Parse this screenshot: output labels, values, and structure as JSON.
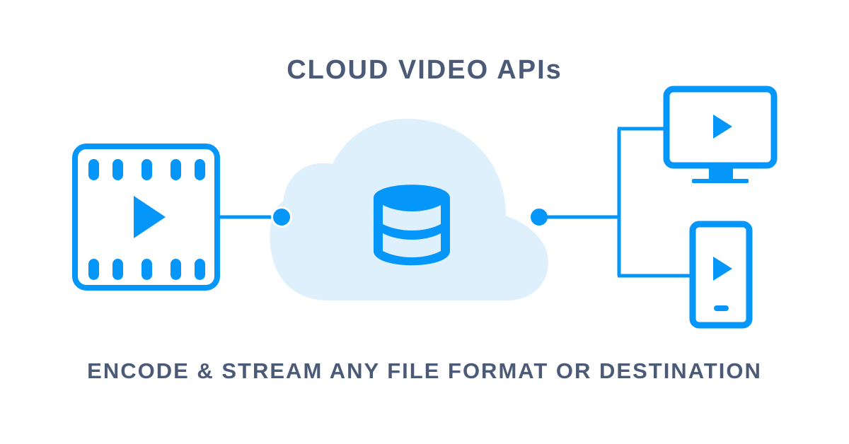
{
  "title": "CLOUD VIDEO APIs",
  "subtitle": "ENCODE & STREAM ANY FILE FORMAT OR DESTINATION",
  "colors": {
    "accent": "#0596fa",
    "cloud": "#dff0fd",
    "text": "#4b5a77"
  },
  "nodes": [
    "video-file",
    "cloud-storage",
    "monitor",
    "phone"
  ]
}
